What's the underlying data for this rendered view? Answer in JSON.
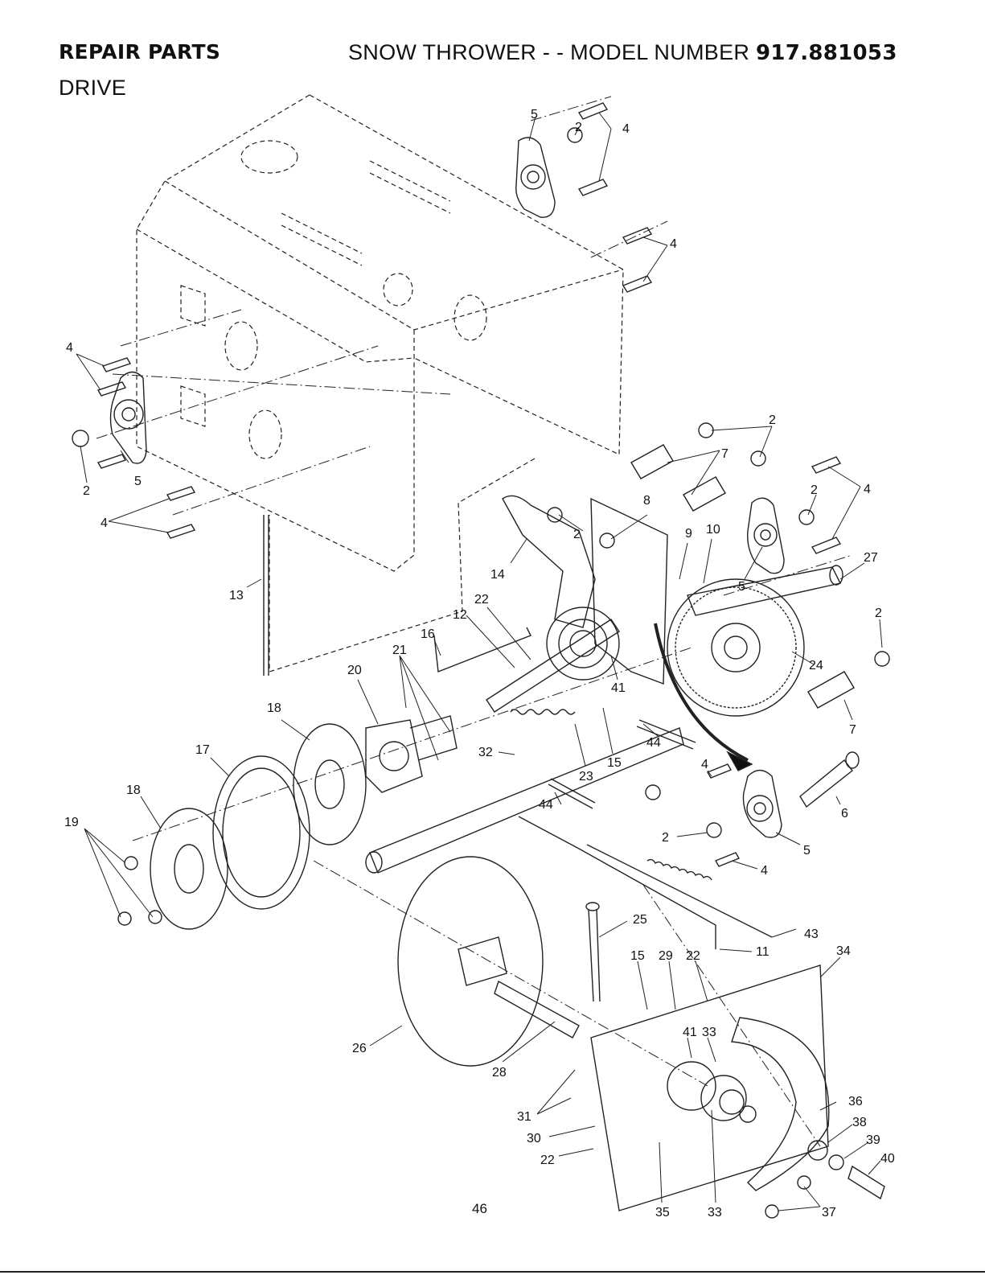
{
  "header": {
    "left_title": "REPAIR PARTS",
    "right_title": "SNOW THROWER - - MODEL NUMBER",
    "model_number": "917.881053",
    "section": "DRIVE"
  },
  "page_number": "46",
  "callouts": [
    "5",
    "2",
    "4",
    "4",
    "4",
    "2",
    "5",
    "4",
    "2",
    "7",
    "2",
    "4",
    "8",
    "2",
    "9",
    "10",
    "5",
    "27",
    "14",
    "13",
    "22",
    "12",
    "16",
    "21",
    "20",
    "41",
    "24",
    "2",
    "18",
    "7",
    "17",
    "32",
    "23",
    "15",
    "44",
    "18",
    "4",
    "19",
    "44",
    "6",
    "2",
    "5",
    "4",
    "25",
    "43",
    "11",
    "15",
    "29",
    "22",
    "34",
    "26",
    "41",
    "33",
    "28",
    "31",
    "36",
    "38",
    "30",
    "39",
    "22",
    "40",
    "35",
    "33",
    "37"
  ]
}
